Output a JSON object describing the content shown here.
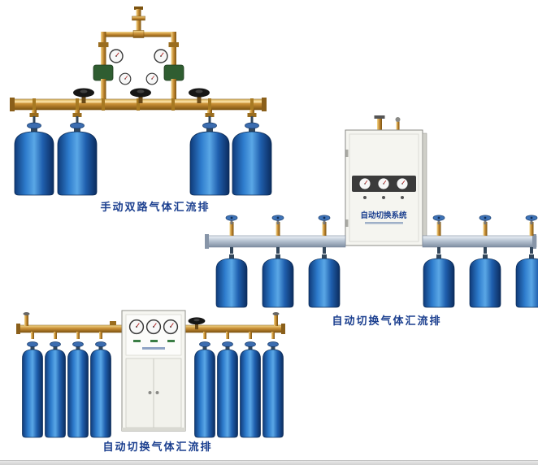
{
  "page": {
    "type": "gas-manifold-product-catalog",
    "background_color": "#ffffff",
    "caption_color": "#1b3f8f"
  },
  "products": [
    {
      "label": "手动双路气体汇流排",
      "cylinders_visible": 4,
      "gauges_visible": 4,
      "handwheel_valves_visible": 3
    },
    {
      "label": "自动切换气体汇流排",
      "cabinet_title": "自动切换系统",
      "cylinders_visible": 6,
      "gauges_visible": 3
    },
    {
      "label": "自动切换气体汇流排",
      "cylinders_visible": 8,
      "gauges_visible": 3
    }
  ],
  "colors": {
    "cylinder_blue": "#2d7bcc",
    "pipe_brass": "#c98f36",
    "rail_silver": "#b7c3d2",
    "cabinet_white": "#f5f5f0",
    "caption_navy": "#1b3f8f"
  }
}
